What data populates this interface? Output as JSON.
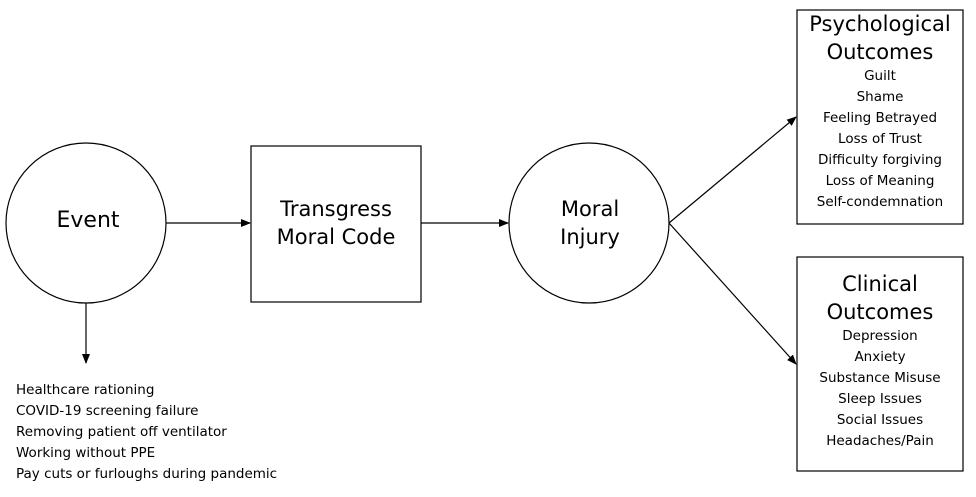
{
  "nodes": {
    "event": {
      "label": "Event"
    },
    "transgress": {
      "line1": "Transgress",
      "line2": "Moral Code"
    },
    "moral_injury": {
      "line1": "Moral",
      "line2": "Injury"
    }
  },
  "psychological": {
    "title_line1": "Psychological",
    "title_line2": "Outcomes",
    "items": [
      "Guilt",
      "Shame",
      "Feeling Betrayed",
      "Loss of Trust",
      "Difficulty forgiving",
      "Loss of Meaning",
      "Self-condemnation"
    ]
  },
  "clinical": {
    "title_line1": "Clinical",
    "title_line2": "Outcomes",
    "items": [
      "Depression",
      "Anxiety",
      "Substance Misuse",
      "Sleep Issues",
      "Social Issues",
      "Headaches/Pain"
    ]
  },
  "event_examples": [
    "Healthcare rationing",
    "COVID-19 screening failure",
    "Removing patient off ventilator",
    "Working without PPE",
    "Pay cuts or furloughs during pandemic"
  ]
}
